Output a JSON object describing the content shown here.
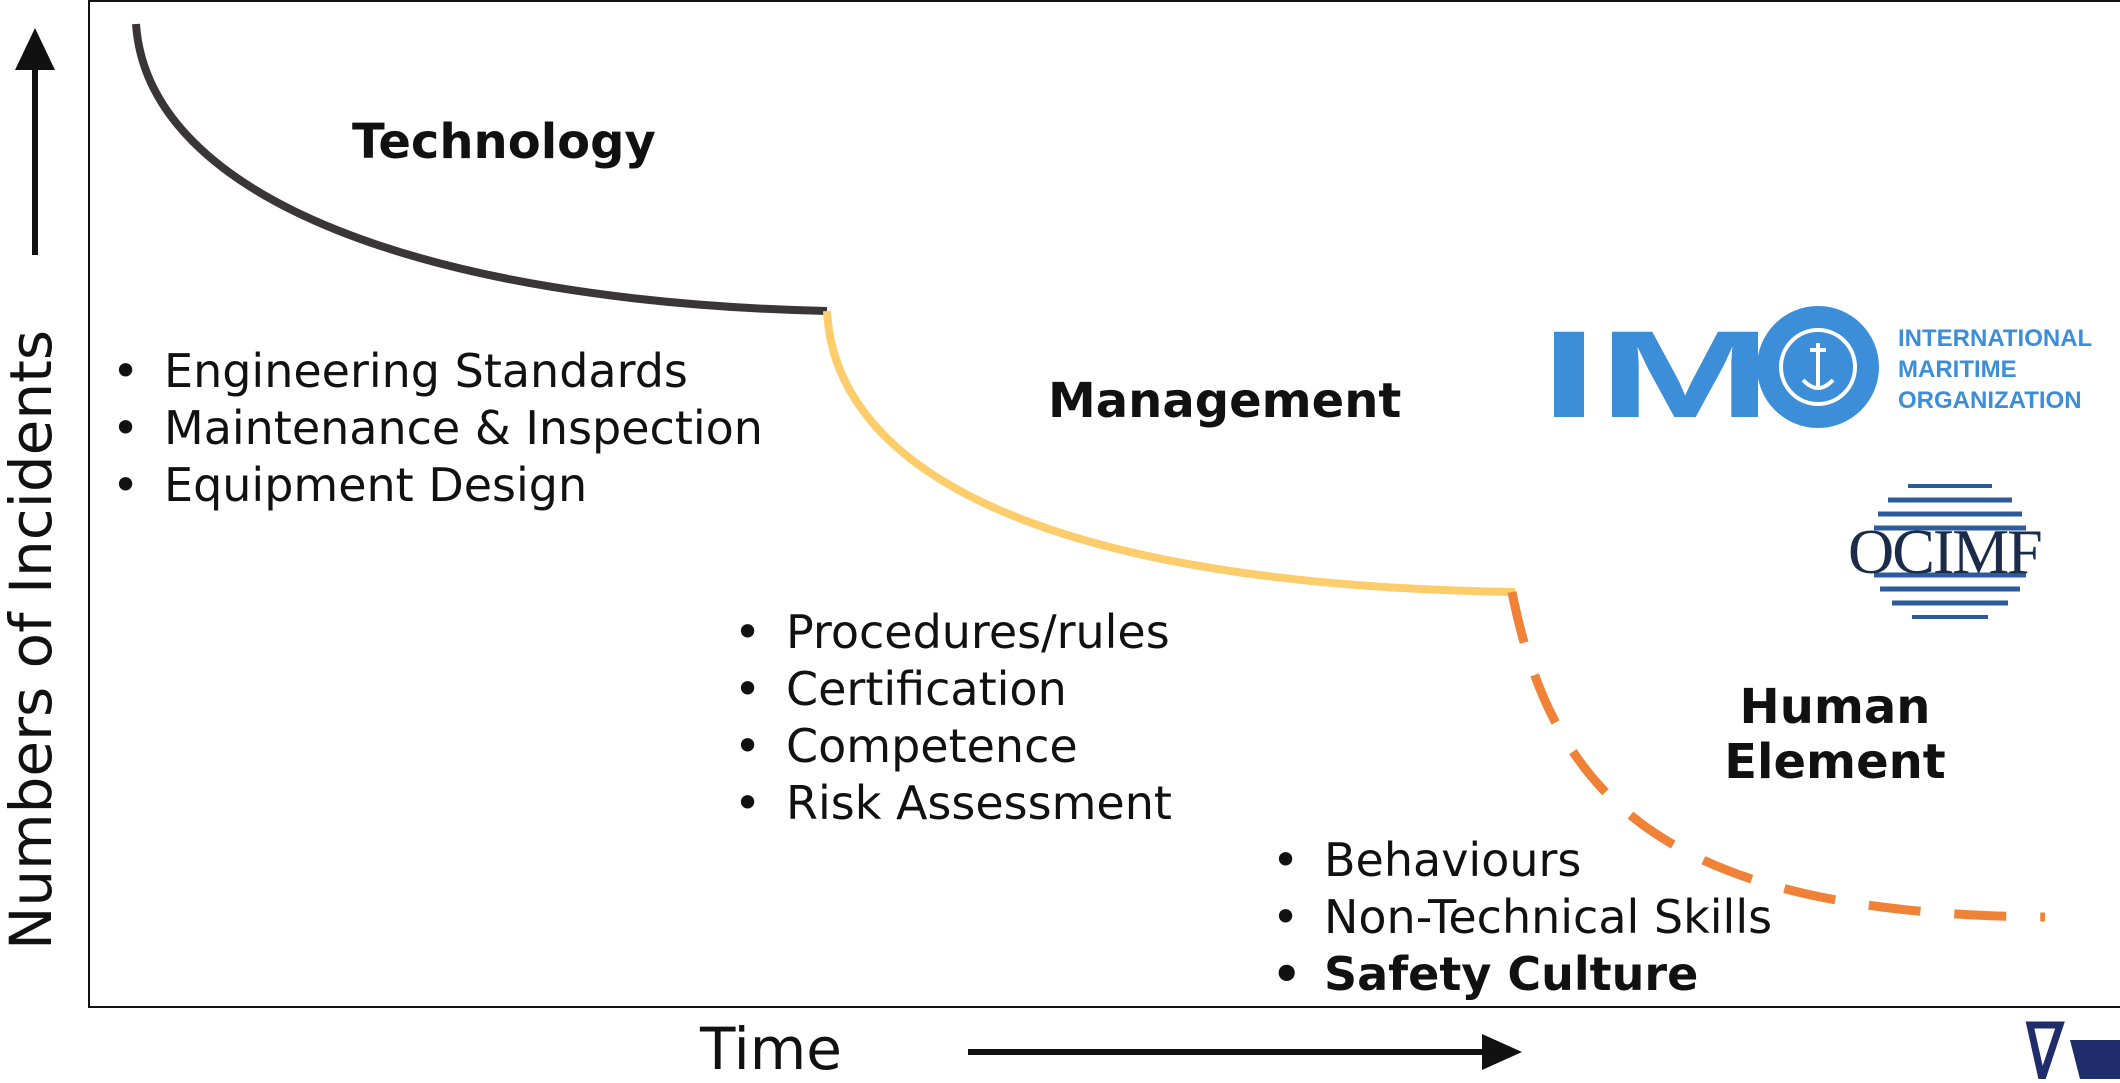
{
  "axes": {
    "y_label": "Numbers of Incidents",
    "x_label": "Time"
  },
  "phases": [
    {
      "heading": "Technology",
      "color": "#3a3536",
      "line_style": "solid",
      "items": [
        "Engineering Standards",
        "Maintenance & Inspection",
        "Equipment Design"
      ]
    },
    {
      "heading": "Management",
      "color": "#fccd6a",
      "line_style": "solid",
      "items": [
        "Procedures/rules",
        "Certification",
        "Competence",
        "Risk Assessment"
      ]
    },
    {
      "heading_line1": "Human",
      "heading_line2": "Element",
      "color": "#ef8236",
      "line_style": "dashed",
      "items": [
        "Behaviours",
        "Non-Technical Skills",
        "Safety Culture"
      ]
    }
  ],
  "logos": {
    "imo": {
      "mark": "IMO",
      "lines": [
        "INTERNATIONAL",
        "MARITIME",
        "ORGANIZATION"
      ],
      "color": "#3d8ed8"
    },
    "ocimf": {
      "mark": "OCIMF",
      "color": "#2b5b9b"
    }
  }
}
